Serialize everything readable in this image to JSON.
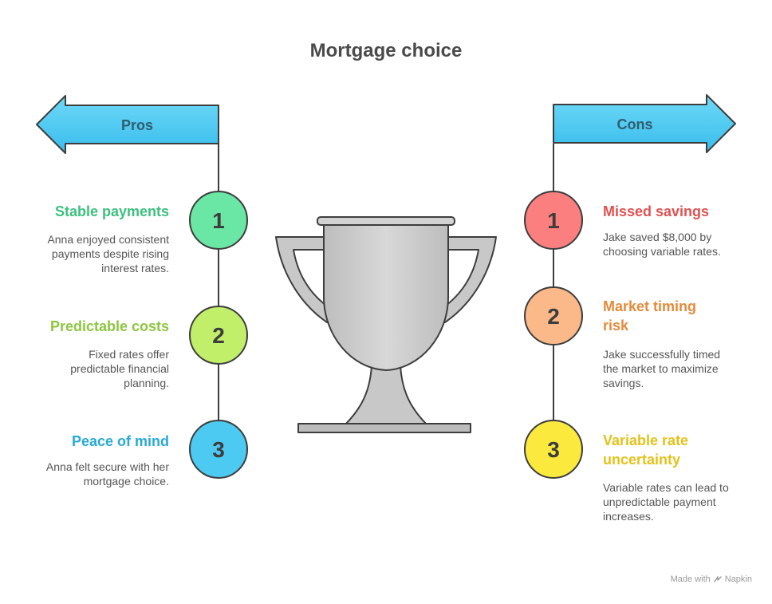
{
  "title": "Mortgage choice",
  "pros": {
    "label": "Pros",
    "items": [
      {
        "number": "1",
        "heading": "Stable payments",
        "text": "Anna enjoyed consistent payments despite rising interest rates.",
        "color": "#3cc07d",
        "fill": "#6ae6a5"
      },
      {
        "number": "2",
        "heading": "Predictable costs",
        "text": "Fixed rates offer predictable financial planning.",
        "color": "#8cc63f",
        "fill": "#c2ef6a"
      },
      {
        "number": "3",
        "heading": "Peace of mind",
        "text": "Anna felt secure with her mortgage choice.",
        "color": "#29a9d6",
        "fill": "#4ccaf2"
      }
    ]
  },
  "cons": {
    "label": "Cons",
    "items": [
      {
        "number": "1",
        "heading": "Missed savings",
        "text": "Jake saved $8,000 by choosing variable rates.",
        "color": "#e05252",
        "fill": "#fb7f7f"
      },
      {
        "number": "2",
        "heading": "Market timing risk",
        "text": "Jake successfully timed the market to maximize savings.",
        "color": "#e58a3a",
        "fill": "#fbb888"
      },
      {
        "number": "3",
        "heading": "Variable rate uncertainty",
        "text": "Variable rates can lead to unpredictable payment increases.",
        "color": "#e3c21b",
        "fill": "#fbe93e"
      }
    ]
  },
  "watermark": {
    "prefix": "Made with",
    "brand": "Napkin"
  },
  "colors": {
    "arrow_fill": "#4ccaf2",
    "outline": "#3d3d3d",
    "trophy": "#c8c8c8"
  },
  "icons": {
    "center": "trophy-icon",
    "brand": "napkin-logo-icon"
  }
}
